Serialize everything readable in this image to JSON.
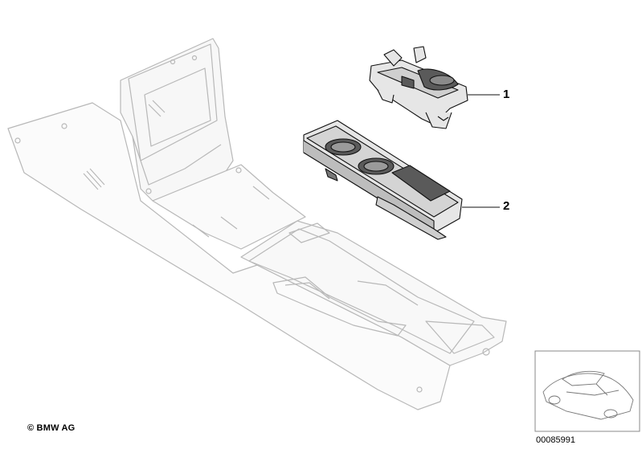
{
  "diagram": {
    "callouts": [
      {
        "label": "1",
        "part": "cup-holder-insert"
      },
      {
        "label": "2",
        "part": "cup-holder-tray"
      }
    ],
    "copyright": "© BMW AG",
    "diagram_number": "00085991",
    "colors": {
      "console_outline": "#b8b8b8",
      "part_outline": "#111111",
      "part_fill_dark": "#5a5a5a",
      "part_fill_light": "#e6e6e6"
    }
  }
}
